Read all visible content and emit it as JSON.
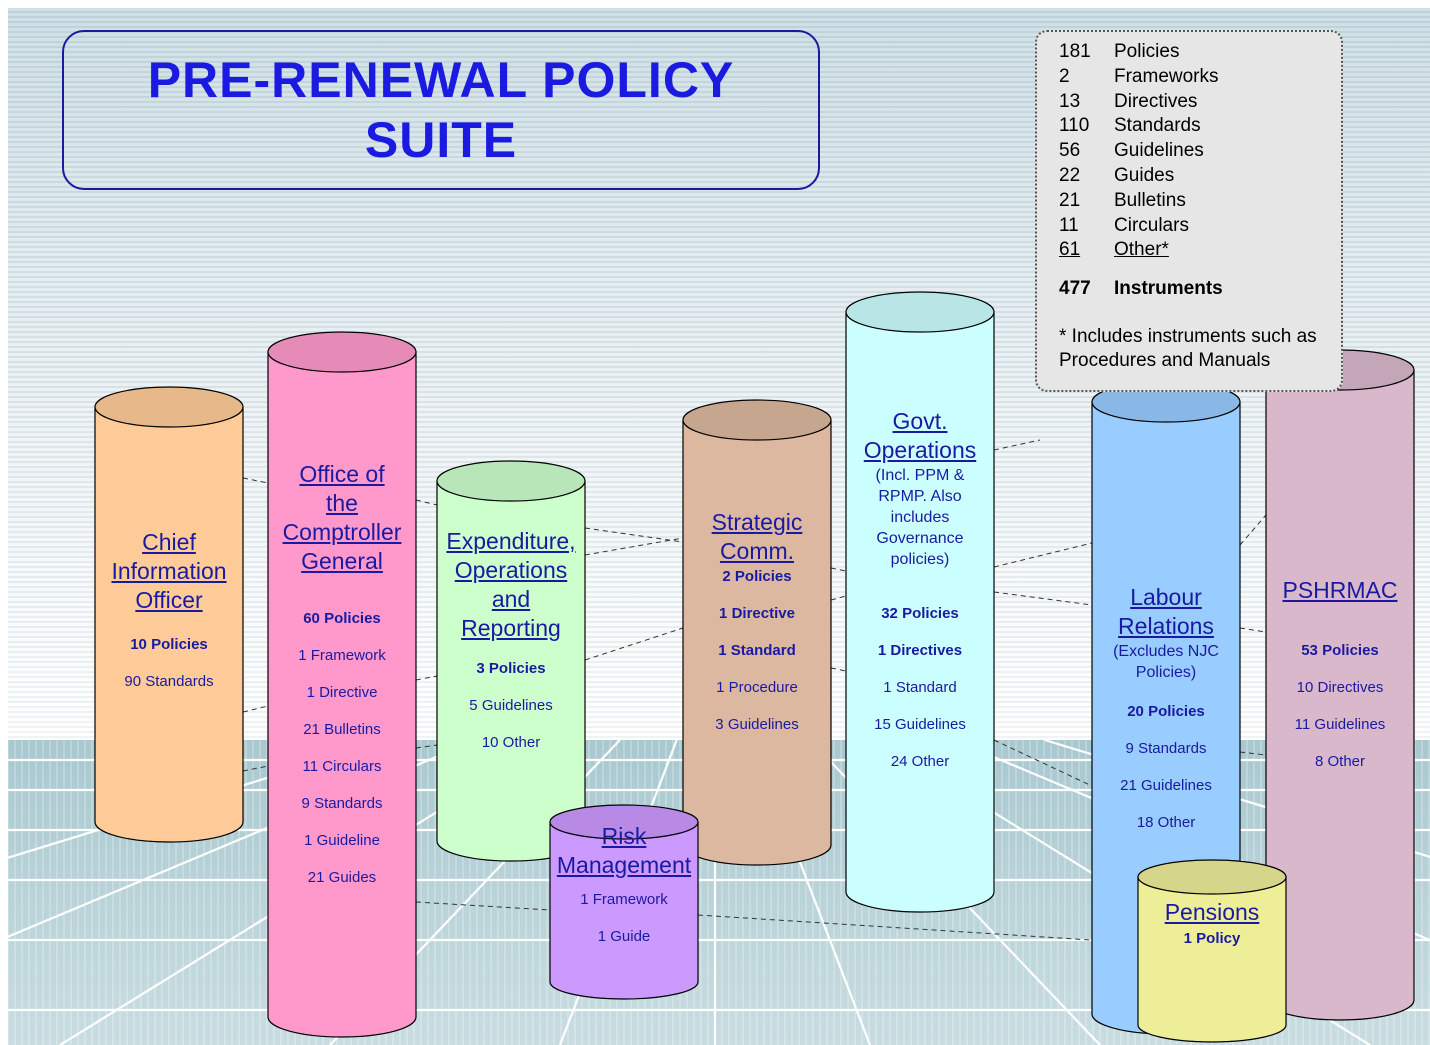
{
  "title": "PRE-RENEWAL POLICY SUITE",
  "legend": {
    "rows": [
      {
        "num": "181",
        "label": "Policies"
      },
      {
        "num": "2",
        "label": "Frameworks"
      },
      {
        "num": "13",
        "label": "Directives"
      },
      {
        "num": "110",
        "label": "Standards"
      },
      {
        "num": "56",
        "label": "Guidelines"
      },
      {
        "num": "22",
        "label": "Guides"
      },
      {
        "num": "21",
        "label": "Bulletins"
      },
      {
        "num": "11",
        "label": "Circulars"
      },
      {
        "num": "61",
        "label": "Other*"
      }
    ],
    "total": {
      "num": "477",
      "label": "Instruments"
    },
    "note": "* Includes instruments such as Procedures and Manuals"
  },
  "cylinders": [
    {
      "id": "cio",
      "title": [
        "Chief",
        "Information",
        "Officer"
      ],
      "subtitle": [],
      "color": "#ffcc99",
      "items": [
        {
          "n": "10",
          "t": "Policies",
          "bold": true
        },
        {
          "n": "90",
          "t": "Standards",
          "bold": false
        }
      ]
    },
    {
      "id": "ocg",
      "title": [
        "Office of",
        "the",
        "Comptroller",
        "General"
      ],
      "subtitle": [],
      "color": "#ff99cc",
      "items": [
        {
          "n": "60",
          "t": "Policies",
          "bold": true
        },
        {
          "n": "1",
          "t": "Framework",
          "bold": false
        },
        {
          "n": "1",
          "t": "Directive",
          "bold": false
        },
        {
          "n": "21",
          "t": "Bulletins",
          "bold": false
        },
        {
          "n": "11",
          "t": "Circulars",
          "bold": false
        },
        {
          "n": "9",
          "t": "Standards",
          "bold": false
        },
        {
          "n": "1",
          "t": "Guideline",
          "bold": false
        },
        {
          "n": "21",
          "t": "Guides",
          "bold": false
        }
      ]
    },
    {
      "id": "eor",
      "title": [
        "Expenditure,",
        "Operations",
        "and",
        "Reporting"
      ],
      "subtitle": [],
      "color": "#ccffcc",
      "items": [
        {
          "n": "3",
          "t": "Policies",
          "bold": true
        },
        {
          "n": "5",
          "t": "Guidelines",
          "bold": false
        },
        {
          "n": "10",
          "t": "Other",
          "bold": false
        }
      ]
    },
    {
      "id": "risk",
      "title": [
        "Risk",
        "Management"
      ],
      "subtitle": [],
      "color": "#cc99ff",
      "items": [
        {
          "n": "1",
          "t": "Framework",
          "bold": false
        },
        {
          "n": "1",
          "t": "Guide",
          "bold": false
        }
      ]
    },
    {
      "id": "strat",
      "title": [
        "Strategic",
        "Comm."
      ],
      "subtitle": [],
      "color": "#ddb8a0",
      "items": [
        {
          "n": "2",
          "t": "Policies",
          "bold": true
        },
        {
          "n": "1",
          "t": "Directive",
          "bold": true
        },
        {
          "n": "1",
          "t": "Standard",
          "bold": true
        },
        {
          "n": "1",
          "t": "Procedure",
          "bold": false
        },
        {
          "n": "3",
          "t": "Guidelines",
          "bold": false
        }
      ]
    },
    {
      "id": "govt",
      "title": [
        "Govt.",
        "Operations"
      ],
      "subtitle": [
        "(Incl. PPM &",
        "RPMP.  Also",
        "includes",
        "Governance",
        "policies)"
      ],
      "color": "#ccffff",
      "items": [
        {
          "n": "32",
          "t": "Policies",
          "bold": true
        },
        {
          "n": "1",
          "t": "Directives",
          "bold": true
        },
        {
          "n": "1",
          "t": "Standard",
          "bold": false
        },
        {
          "n": "15",
          "t": "Guidelines",
          "bold": false
        },
        {
          "n": "24",
          "t": "Other",
          "bold": false
        }
      ]
    },
    {
      "id": "labour",
      "title": [
        "Labour",
        "Relations"
      ],
      "subtitle": [
        "(Excludes NJC",
        "Policies)"
      ],
      "color": "#99ccff",
      "items": [
        {
          "n": "20",
          "t": "Policies",
          "bold": true
        },
        {
          "n": "9",
          "t": "Standards",
          "bold": false
        },
        {
          "n": "21",
          "t": "Guidelines",
          "bold": false
        },
        {
          "n": "18",
          "t": "Other",
          "bold": false
        }
      ]
    },
    {
      "id": "pshrmac",
      "title": [
        "PSHRMAC"
      ],
      "subtitle": [],
      "color": "#d9b8cc",
      "items": [
        {
          "n": "53",
          "t": "Policies",
          "bold": true
        },
        {
          "n": "10",
          "t": "Directives",
          "bold": false
        },
        {
          "n": "11",
          "t": "Guidelines",
          "bold": false
        },
        {
          "n": "8",
          "t": "Other",
          "bold": false
        }
      ]
    },
    {
      "id": "pensions",
      "title": [
        "Pensions"
      ],
      "subtitle": [],
      "color": "#eeee99",
      "items": [
        {
          "n": "1",
          "t": "Policy",
          "bold": true
        }
      ]
    }
  ]
}
